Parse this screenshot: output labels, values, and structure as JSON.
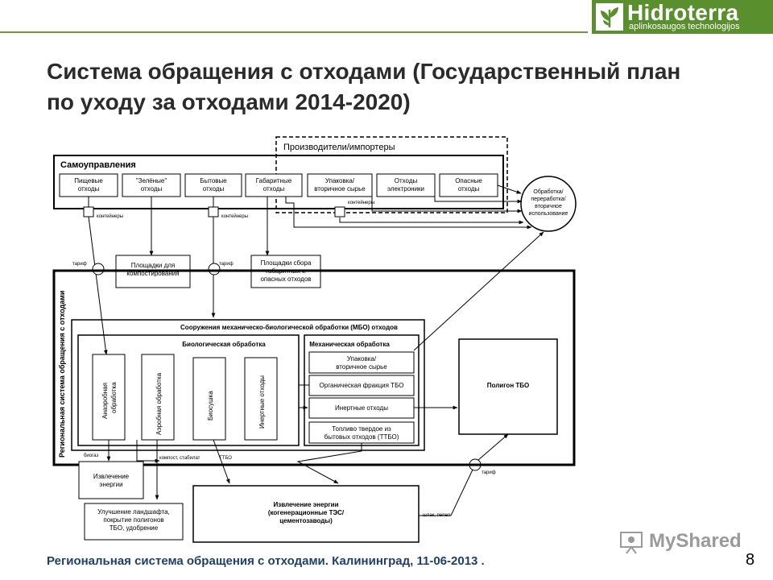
{
  "header": {
    "brand": "Hidroterra",
    "brand_sub": "aplinkosaugos technologijos"
  },
  "slide": {
    "title_line1": "Система обращения с отходами (Государственный план",
    "title_line2": "по уходу за отходами 2014-2020)",
    "footer": "Региональная система обращения с отходами. Калининград, 11-06-2013 .",
    "page_number": "8",
    "watermark": "MyShared"
  },
  "diagram": {
    "producers_label": "Производители/импортеры",
    "municipal_label": "Самоуправления",
    "waste_types": [
      [
        "Пищевые",
        "отходы"
      ],
      [
        "\"Зелёные\"",
        "отходы"
      ],
      [
        "Бытовые",
        "отходы"
      ],
      [
        "Габаритные",
        "отходы"
      ],
      [
        "Упаковка/",
        "вторичное сырье"
      ],
      [
        "Отходы",
        "электроники"
      ],
      [
        "Опасные",
        "отходы"
      ]
    ],
    "recycling": [
      "Обработка/",
      "переработка/",
      "вторичное",
      "использование"
    ],
    "containers_label": "контейнеры",
    "tariff_label": "тариф",
    "composting_site": [
      "Площадки для",
      "компостирования"
    ],
    "bulky_site": [
      "Площадки сбора",
      "габаритных и",
      "опасных отходов"
    ],
    "regional_system_label": "Региональная система обращения с отходами",
    "mbt_label": "Сооружения механическо-биологической обработки (МБО) отходов",
    "bio_label": "Биологическая обработка",
    "bio_items": [
      [
        "Анаэробная",
        "обработка"
      ],
      [
        "Аэробная обработка"
      ],
      [
        "Биосушка"
      ],
      [
        "Инертные отходы"
      ]
    ],
    "mech_label": "Механическая обработка",
    "mech_items": [
      [
        "Упаковка/",
        "вторичное сырье"
      ],
      [
        "Органическая фракция ТБО"
      ],
      [
        "Инертные отходы"
      ],
      [
        "Топливо твердое из",
        "бытовых отходов (ТТБО)"
      ]
    ],
    "landfill": "Полигон ТБО",
    "biogas_label": "биогаз",
    "compost_label": "компост, стабилат",
    "ttbo_label": "ТТБО",
    "slag_label": "шлак, пепел",
    "energy_small": [
      "Извлечение",
      "энергии"
    ],
    "landscape": [
      "Улучшение ландшафта,",
      "покрытие полигонов",
      "ТБО, удобрение"
    ],
    "energy_big": [
      "Извлечение энергии",
      "(когенерационные ТЭС/",
      "цементозаводы)"
    ]
  }
}
